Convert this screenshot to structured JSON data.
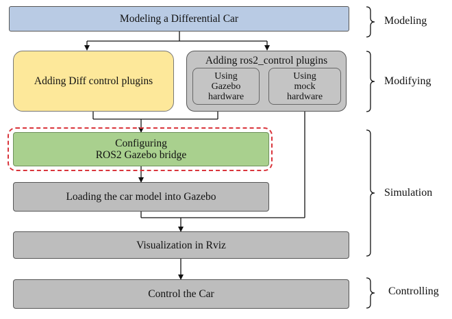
{
  "nodes": {
    "modeling_car": "Modeling a Differential Car",
    "diff_plugins": "Adding Diff control plugins",
    "ros2_plugins": "Adding ros2_control plugins",
    "gazebo_hw": [
      "Using",
      "Gazebo",
      "hardware"
    ],
    "mock_hw": [
      "Using",
      "mock",
      "hardware"
    ],
    "configuring": [
      "Configuring",
      "ROS2 Gazebo bridge"
    ],
    "loading": "Loading the car model into Gazebo",
    "rviz": "Visualization in Rviz",
    "control": "Control the Car"
  },
  "stages": {
    "modeling": "Modeling",
    "modifying": "Modifying",
    "simulation": "Simulation",
    "controlling": "Controlling"
  },
  "colors": {
    "blue_box": "#b9cbe4",
    "yellow_box": "#fde89a",
    "gray_box": "#bdbdbd",
    "green_box": "#a9d08e",
    "highlight_dashed": "#d9343b"
  }
}
